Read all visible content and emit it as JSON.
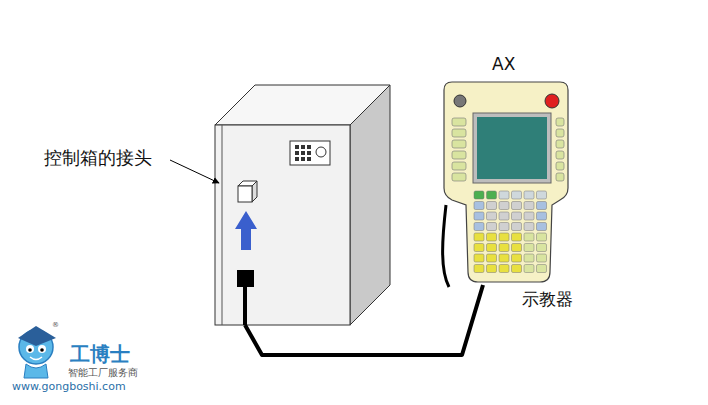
{
  "diagram": {
    "nodes": [
      {
        "text": [
          "控制箱的接头"
        ]
      },
      {
        "text": [
          "AX",
          "示教器"
        ]
      }
    ],
    "edges": [
      {
        "from": 0,
        "to": 1,
        "arrow": "none"
      }
    ],
    "labels": [
      "工博士",
      "智能工厂服务商",
      "www.gongboshi.com",
      "®"
    ]
  }
}
